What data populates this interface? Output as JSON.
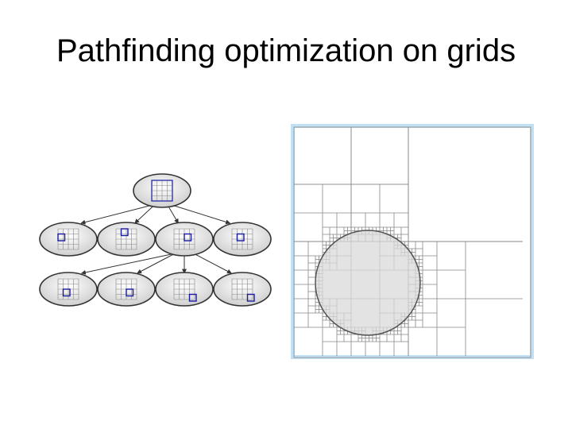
{
  "slide": {
    "title": "Pathfinding optimization on grids"
  },
  "figures": {
    "tree": {
      "levels": [
        [
          "root"
        ],
        [
          "child-1",
          "child-2",
          "child-3",
          "child-4"
        ],
        [
          "grandchild-1",
          "grandchild-2",
          "grandchild-3",
          "grandchild-4"
        ]
      ],
      "edges": [
        [
          "root",
          "child-1"
        ],
        [
          "root",
          "child-2"
        ],
        [
          "root",
          "child-3"
        ],
        [
          "root",
          "child-4"
        ],
        [
          "child-3",
          "grandchild-1"
        ],
        [
          "child-3",
          "grandchild-2"
        ],
        [
          "child-3",
          "grandchild-3"
        ],
        [
          "child-3",
          "grandchild-4"
        ]
      ]
    },
    "quadtree": {
      "obstacle": "circle"
    }
  },
  "colors": {
    "node_fill": "#dcdcdc",
    "node_stroke": "#333333",
    "grid_line": "#888888",
    "highlight": "#1a1aa0",
    "frame_border": "#bfe0f5",
    "circle_fill": "#d9d9d9",
    "circle_stroke": "#555555"
  }
}
